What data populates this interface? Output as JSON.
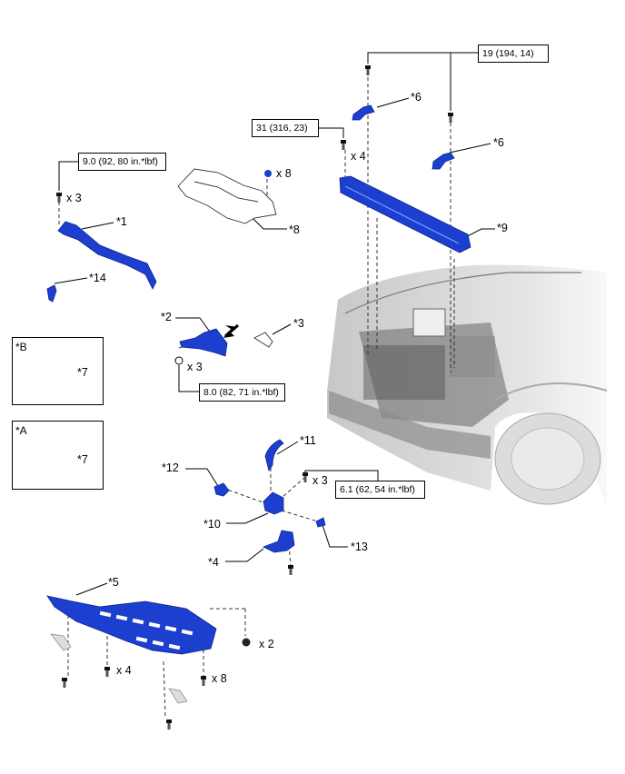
{
  "colors": {
    "part_blue": "#1d3fcf",
    "part_blue_dark": "#0d238f",
    "line": "#000000",
    "gray_part": "#c8c8c8"
  },
  "callouts": {
    "p1": "*1",
    "p2": "*2",
    "p3": "*3",
    "p4": "*4",
    "p5": "*5",
    "p6a": "*6",
    "p6b": "*6",
    "p7a": "*7",
    "p7b": "*7",
    "p8": "*8",
    "p9": "*9",
    "p10": "*10",
    "p11": "*11",
    "p12": "*12",
    "p13": "*13",
    "p14": "*14"
  },
  "torques": {
    "t1": "19 (194, 14)",
    "t2": "31 (316, 23)",
    "t3": "9.0 (92, 80 in.*lbf)",
    "t4": "8.0 (82, 71 in.*lbf)",
    "t5": "6.1 (62, 54 in.*lbf)"
  },
  "quantities": {
    "q_x8_clip": "x 8",
    "q_x4_bolt": "x 4",
    "q_x3_p1": "x 3",
    "q_x3_p2": "x 3",
    "q_x3_p10": "x 3",
    "q_x2_cover": "x 2",
    "q_x4_cover": "x 4",
    "q_x8_cover": "x 8"
  },
  "insets": {
    "b": "*B",
    "a": "*A"
  },
  "icons": [
    "bolt-icon",
    "clip-icon",
    "view-direction-arrow-icon"
  ]
}
